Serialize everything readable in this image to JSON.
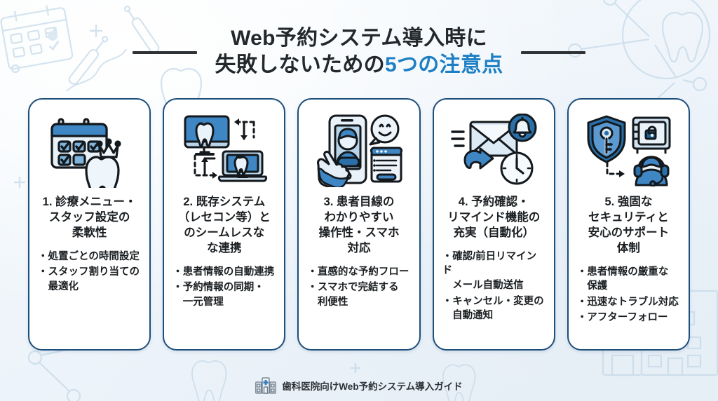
{
  "title": {
    "line1": "Web予約システム導入時に",
    "line2_plain_a": "失敗しないための",
    "line2_accent": "5つの注意点",
    "accent_color": "#1d7fc4"
  },
  "footer": {
    "label": "歯科医院向けWeb予約システム導入ガイド",
    "icon": "clinic-building-icon"
  },
  "cards": [
    {
      "icon": "calendar-checkmarks-crowned-tooth-icon",
      "heading": "1. 診療メニュー・\nスタッフ設定の\n柔軟性",
      "bullets": [
        "・処置ごとの時間設定",
        "・スタッフ割り当ての\n　最適化"
      ]
    },
    {
      "icon": "monitor-laptop-sync-tooth-icon",
      "heading": "2. 既存システム\n（レセコン等）と\nのシームレスな\nな連携",
      "bullets": [
        "・患者情報の自動連携",
        "・予約情報の同期・\n　一元管理"
      ]
    },
    {
      "icon": "smartphone-user-smiley-form-icon",
      "heading": "3. 患者目線の\nわかりやすい\n操作性・スマホ\n対応",
      "bullets": [
        "・直感的な予約フロー",
        "・スマホで完結する\n　利便性"
      ]
    },
    {
      "icon": "envelope-bell-clock-arrow-icon",
      "heading": "4. 予約確認・\nリマインド機能の\n充実（自動化）",
      "bullets": [
        "・確認/前日リマインド\n　メール自動送信",
        "・キャンセル・変更の\n　自動通知"
      ]
    },
    {
      "icon": "shield-key-safe-headset-icon",
      "heading": "5. 強固な\nセキュリティと\n安心のサポート\n体制",
      "bullets": [
        "・患者情報の厳重な\n　保護",
        "・迅速なトラブル対応",
        "・アフターフォロー"
      ]
    }
  ],
  "theme": {
    "card_border": "#1d4f7c",
    "card_background": "#ffffff",
    "page_background": "#f2f7fb",
    "icon_blue_dark": "#1f6296",
    "icon_blue_mid": "#3f87c4",
    "icon_blue_light": "#a9cbe6",
    "outline": "#13181c"
  }
}
